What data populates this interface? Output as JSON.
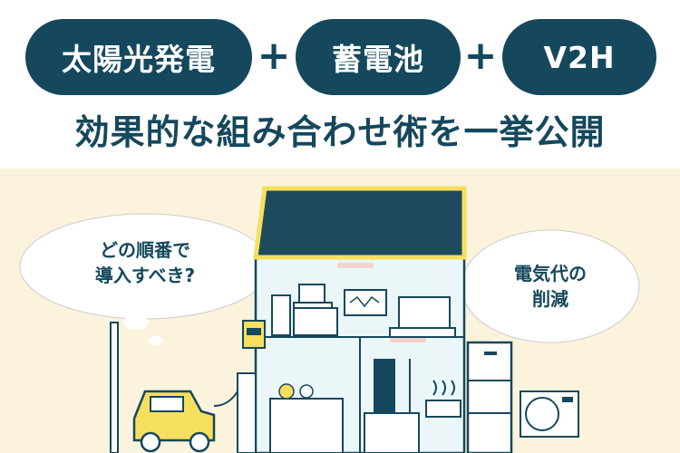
{
  "colors": {
    "navy": "#15485c",
    "cream": "#fbf3dc",
    "yellow": "#f7df5e",
    "pale_blue": "#eaf6f8",
    "roof_blue": "#1e4a5e",
    "window_blue": "#cfe9ef"
  },
  "header": {
    "pill1": "太陽光発電",
    "plus1": "+",
    "pill2": "蓄電池",
    "plus2": "+",
    "pill3": "V2H",
    "headline": "効果的な組み合わせ術を一挙公開"
  },
  "bubbles": {
    "left_line1": "どの順番で",
    "left_line2": "導入すべき?",
    "right_line1": "電気代の",
    "right_line2": "削減"
  },
  "icons": [
    "house-illustration",
    "car-icon",
    "ev-charger-icon",
    "power-meter-icon",
    "battery-unit-icon",
    "air-conditioner-icon",
    "shower-icon",
    "refrigerator-icon",
    "laptop-icon",
    "tv-icon",
    "solar-panel-icon"
  ]
}
